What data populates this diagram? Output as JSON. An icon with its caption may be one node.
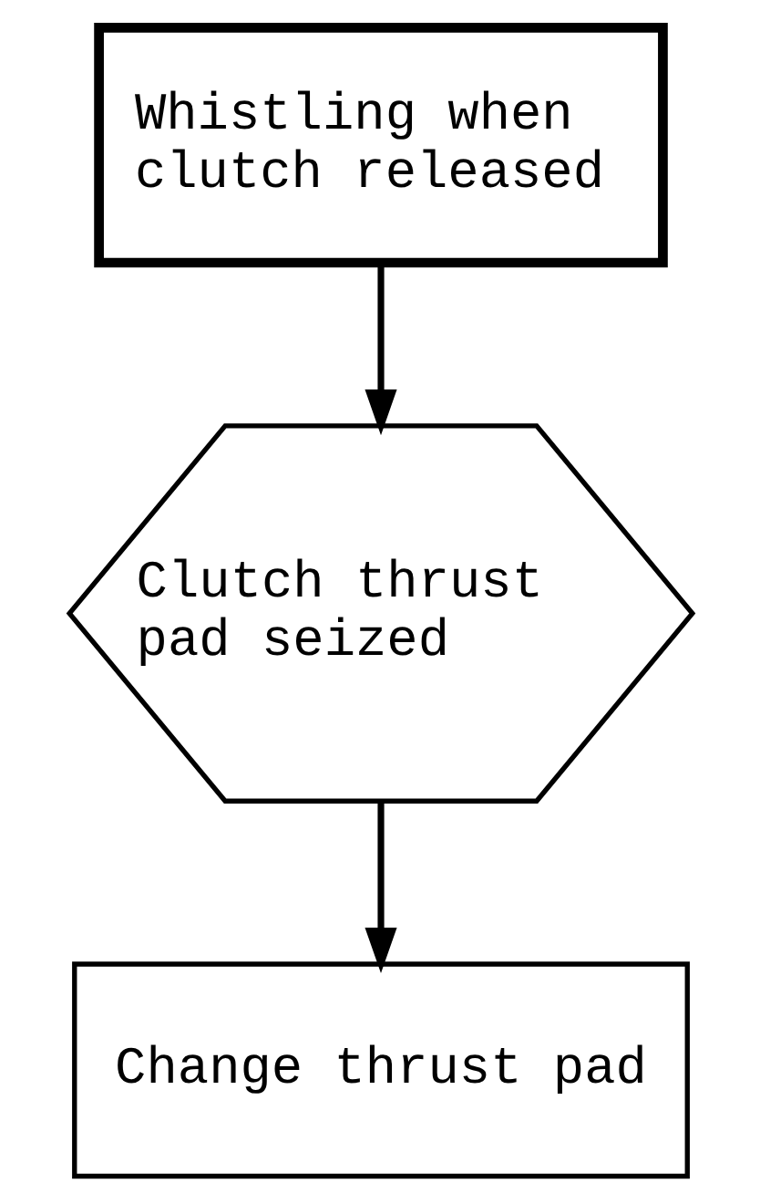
{
  "diagram": {
    "nodes": [
      {
        "text": [
          "Whistling when clutch released"
        ]
      },
      {
        "text": [
          "Clutch thrust pad seized"
        ]
      },
      {
        "text": [
          "Change thrust pad"
        ]
      }
    ],
    "edges": [
      {
        "from": 0,
        "to": 1,
        "arrow": "to"
      },
      {
        "from": 1,
        "to": 2,
        "arrow": "to"
      }
    ]
  }
}
